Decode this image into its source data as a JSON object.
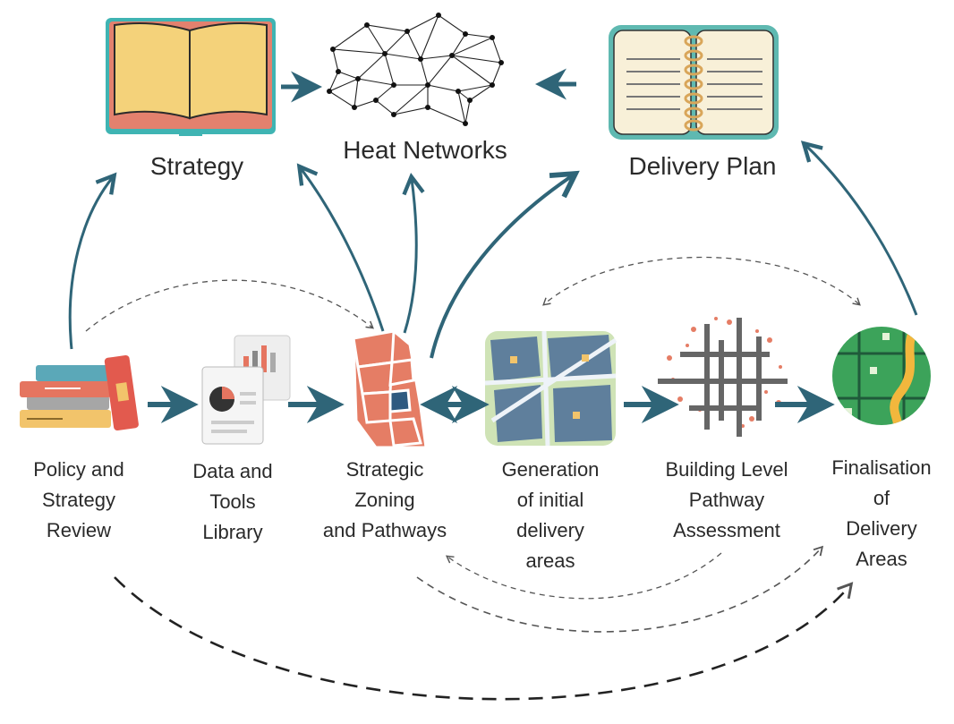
{
  "colors": {
    "arrow": "#2f6578",
    "dashed": "#555555",
    "book_cover": "#e3816e",
    "book_pages": "#f4d27a",
    "book_spine": "#3fb4b3",
    "notebook_cover": "#5fb9b1",
    "notebook_page": "#f8f0d8",
    "ring": "#d9a65a",
    "zoning_red": "#e57d65",
    "zoning_blue": "#2f5a80",
    "map_blue": "#5f7f9c",
    "map_green": "#cfe3b6",
    "final_green": "#3ca35a",
    "river": "#f2b73d"
  },
  "outcomes": [
    {
      "id": "strategy",
      "label": "Strategy",
      "icon": "open-book-icon"
    },
    {
      "id": "heat-networks",
      "label": "Heat Networks",
      "icon": "network-graph-icon"
    },
    {
      "id": "delivery-plan",
      "label": "Delivery Plan",
      "icon": "spiral-notebook-icon"
    }
  ],
  "steps": [
    {
      "id": "policy",
      "label": "Policy and\nStrategy\nReview",
      "icon": "books-stack-icon"
    },
    {
      "id": "data",
      "label": "Data and\nTools\nLibrary",
      "icon": "reports-charts-icon"
    },
    {
      "id": "zoning",
      "label": "Strategic\nZoning\nand Pathways",
      "icon": "zoning-map-icon"
    },
    {
      "id": "generation",
      "label": "Generation\nof initial\ndelivery\nareas",
      "icon": "city-map-icon"
    },
    {
      "id": "building",
      "label": "Building Level\nPathway\nAssessment",
      "icon": "street-grid-icon"
    },
    {
      "id": "final",
      "label": "Finalisation\nof\nDelivery\nAreas",
      "icon": "district-map-icon"
    }
  ]
}
